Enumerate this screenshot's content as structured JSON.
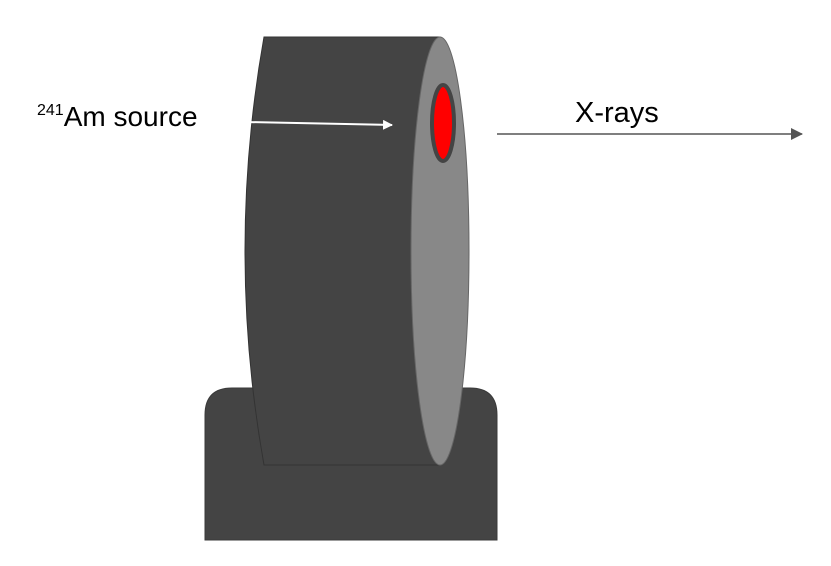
{
  "labels": {
    "source_mass_number": "241",
    "source_text": "Am source",
    "xrays": "X-rays"
  },
  "colors": {
    "housing": "#444444",
    "housing_outline": "#333333",
    "face": "#888888",
    "source": "#ff0000",
    "arrow_source": "#ffffff",
    "arrow_xrays": "#555555",
    "text": "#000000"
  }
}
